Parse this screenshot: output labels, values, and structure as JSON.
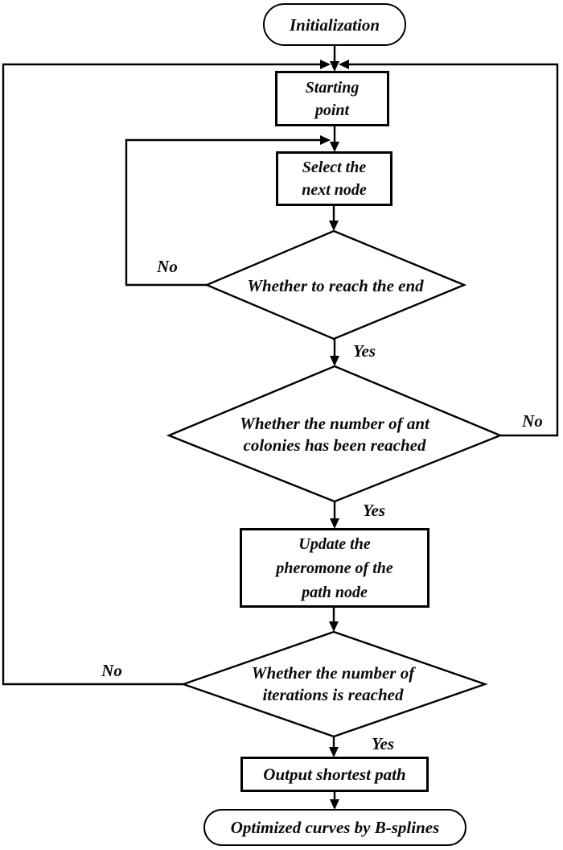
{
  "figure": {
    "type": "flowchart",
    "background_color": "#ffffff",
    "line_color": "#000000",
    "text_color": "#0b0b0b",
    "nodes": {
      "initialization": {
        "shape": "stadium",
        "label": "Initialization"
      },
      "starting_point": {
        "shape": "rect",
        "lines": [
          "Starting",
          "point"
        ]
      },
      "select_next_node": {
        "shape": "rect",
        "lines": [
          "Select the",
          "next node"
        ]
      },
      "reach_end": {
        "shape": "diamond",
        "lines": [
          "Whether to reach the end"
        ]
      },
      "ant_colonies": {
        "shape": "diamond",
        "lines": [
          "Whether the number of ant",
          "colonies has been reached"
        ]
      },
      "update_pheromone": {
        "shape": "rect",
        "lines": [
          "Update the",
          "pheromone of the",
          "path node"
        ]
      },
      "iterations": {
        "shape": "diamond",
        "lines": [
          "Whether the number of",
          "iterations is reached"
        ]
      },
      "output_path": {
        "shape": "rect",
        "label": "Output shortest path"
      },
      "optimized_curves": {
        "shape": "stadium",
        "label": "Optimized curves by B-splines"
      }
    },
    "edge_labels": {
      "reach_end_no": "No",
      "reach_end_yes": "Yes",
      "ant_colonies_no": "No",
      "ant_colonies_yes": "Yes",
      "iterations_no": "No",
      "iterations_yes": "Yes"
    }
  }
}
